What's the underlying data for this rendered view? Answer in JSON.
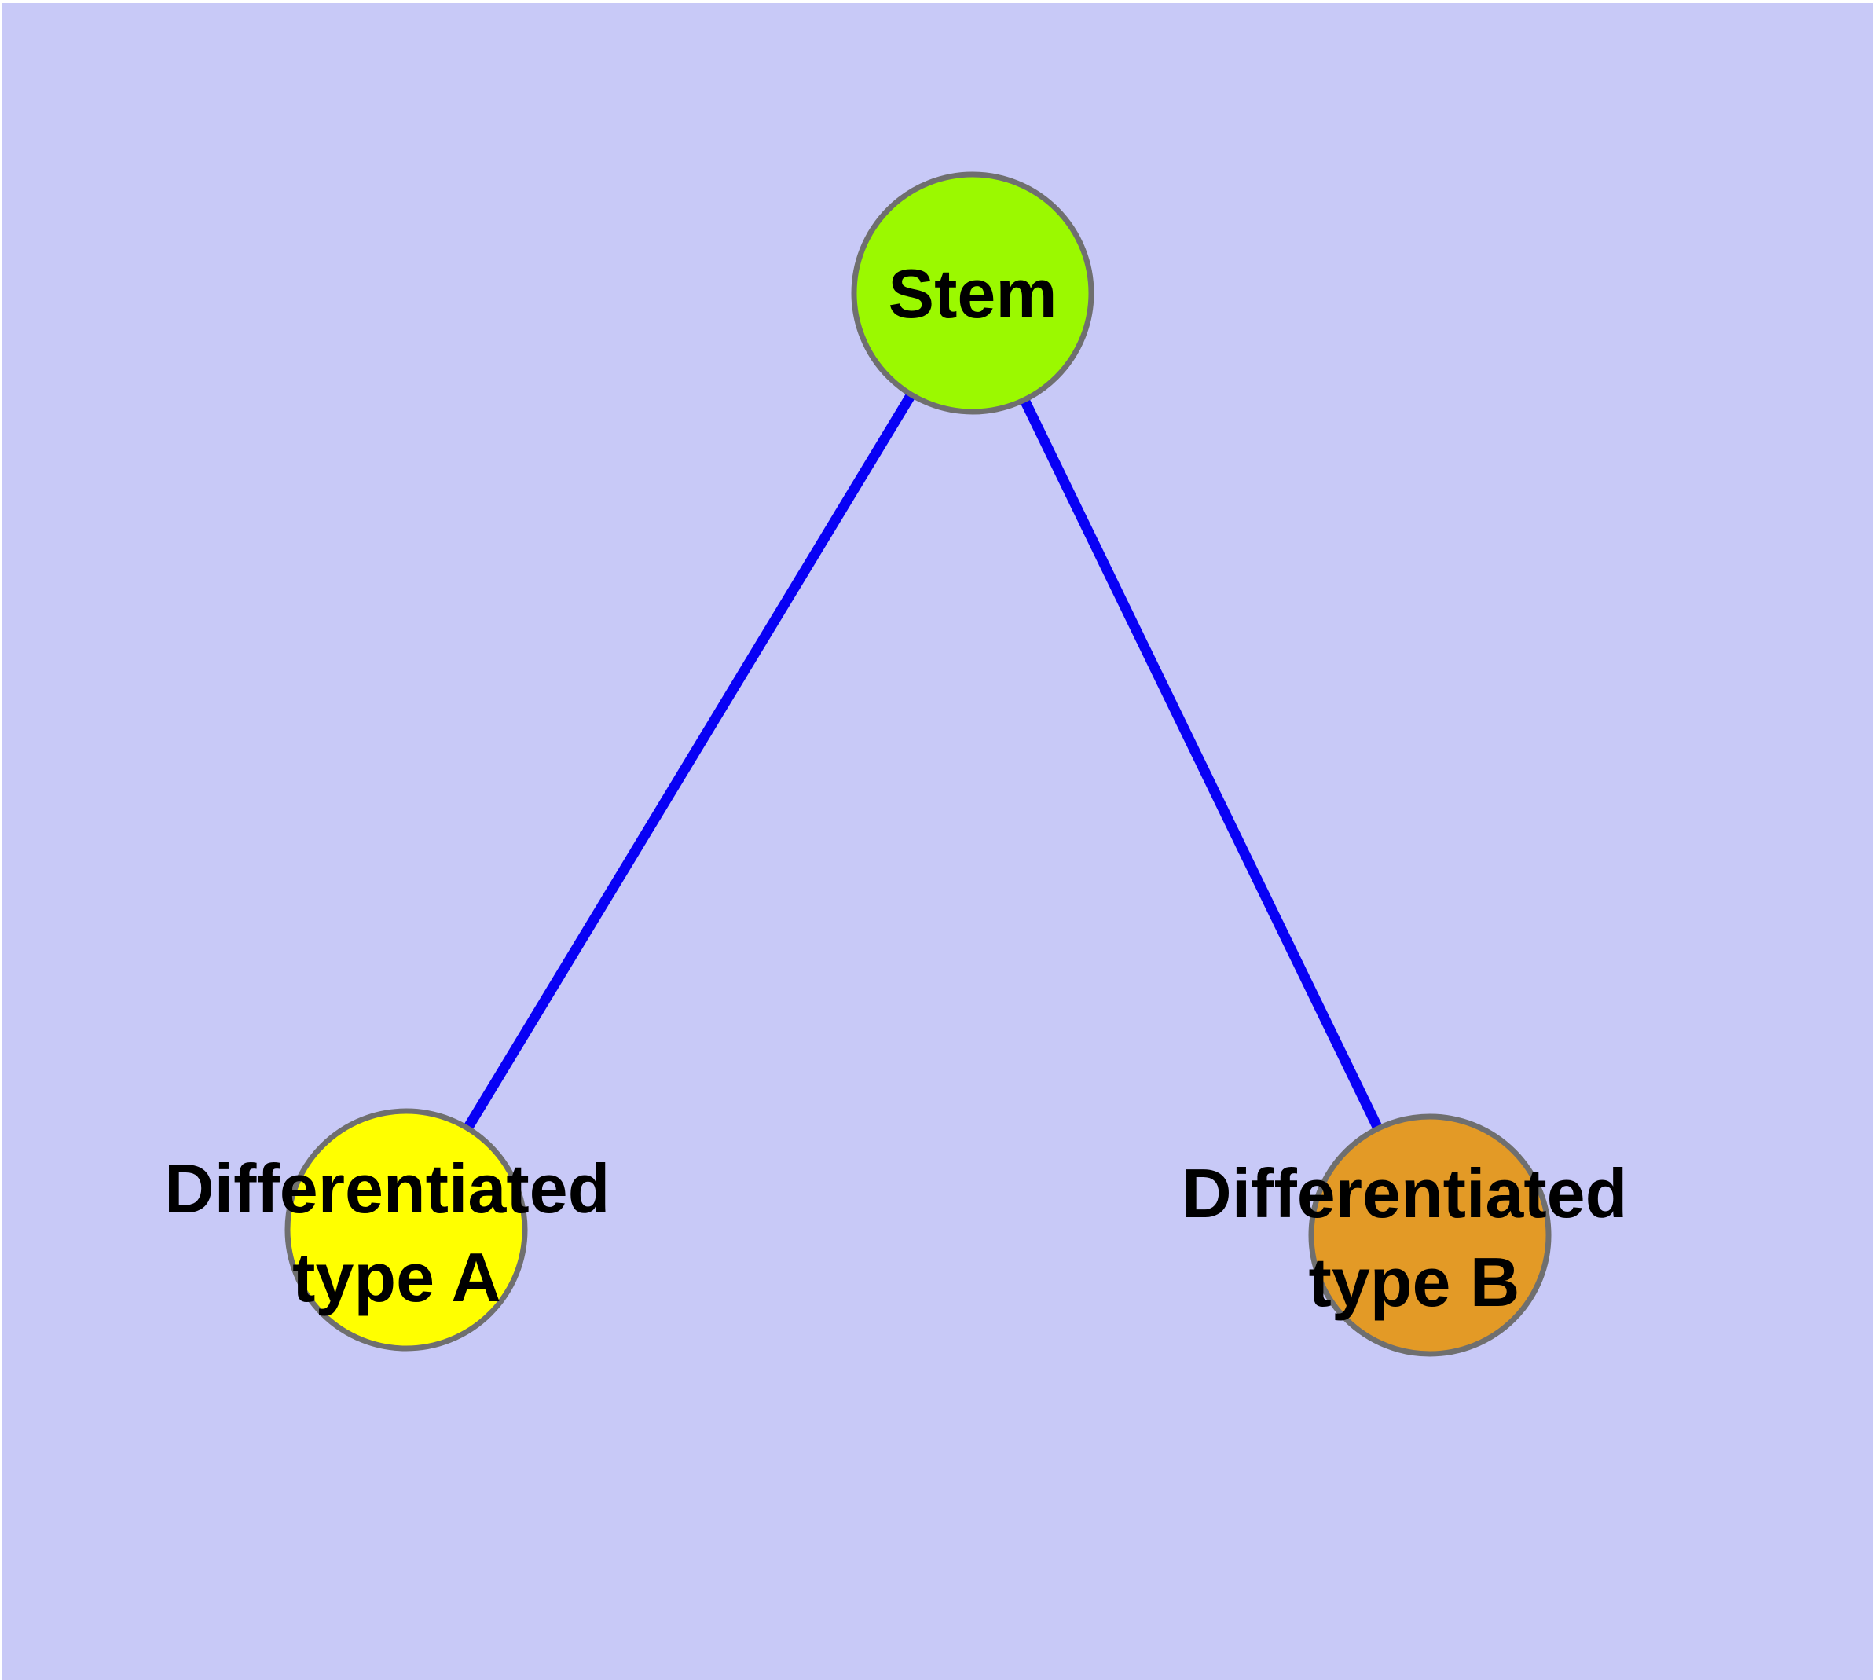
{
  "diagram": {
    "type": "node-link-graph",
    "nodes": {
      "stem": {
        "label": "Stem",
        "fill": "#9bf900",
        "border": "#6f6f6f",
        "shape": "circle"
      },
      "type_a": {
        "label_line1": "Differentiated",
        "label_line2": "type A",
        "fill": "#ffff00",
        "border": "#6f6f6f",
        "shape": "circle"
      },
      "type_b": {
        "label_line1": "Differentiated",
        "label_line2": "type B",
        "fill": "#e39a26",
        "border": "#6f6f6f",
        "shape": "circle"
      }
    },
    "edges": [
      {
        "from": "stem",
        "to": "type_a",
        "color": "#0800f5"
      },
      {
        "from": "stem",
        "to": "type_b",
        "color": "#0800f5"
      }
    ],
    "background_color": "#c8c9f7",
    "label_color": "#000000"
  },
  "colors": {
    "background": "#c8c9f7",
    "canvas-margin": "#ffffff",
    "edge": "#0800f5",
    "node-border": "#6f6f6f",
    "node-stem-fill": "#9bf900",
    "node-type-a-fill": "#ffff00",
    "node-type-b-fill": "#e39a26",
    "label-text": "#000000"
  }
}
